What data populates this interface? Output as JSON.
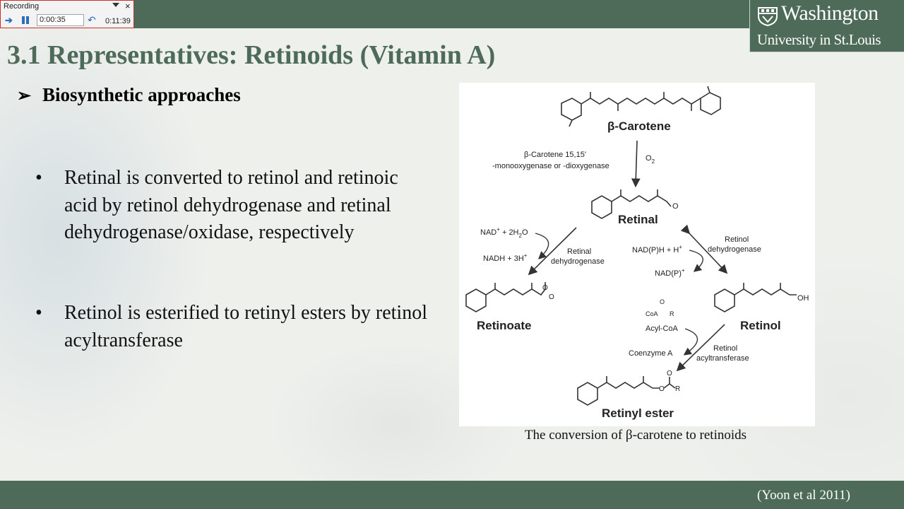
{
  "recorder": {
    "title": "Recording",
    "elapsed": "0:00:35",
    "total": "0:11:39",
    "icons": [
      "arrow-icon",
      "pause-icon",
      "undo-icon",
      "menu-icon",
      "close-icon"
    ],
    "accent": "#2a6ebb",
    "border_color": "#c9302c"
  },
  "logo": {
    "line1": "Washington",
    "line2": "University in St.Louis"
  },
  "slide": {
    "title": "3.1 Representatives: Retinoids (Vitamin A)",
    "subheading": "Biosynthetic approaches",
    "bullet_symbol": "•",
    "bullets": [
      "Retinal is converted to retinol and retinoic acid by retinol dehydrogenase and retinal dehydrogenase/oxidase, respectively",
      "Retinol is esterified to retinyl esters by retinol acyltransferase"
    ],
    "caption": "The conversion of β-carotene to retinoids",
    "citation": "(Yoon et al 2011)",
    "title_color": "#4d6b58",
    "band_color": "#4d6b58"
  },
  "diagram": {
    "nodes": {
      "beta_carotene": "β-Carotene",
      "retinal": "Retinal",
      "retinoate": "Retinoate",
      "retinol": "Retinol",
      "retinyl_ester": "Retinyl ester"
    },
    "enzymes": {
      "cleavage_line1": "β-Carotene 15,15'",
      "cleavage_line2": "-monooxygenase or -dioxygenase",
      "retinal_dh_line1": "Retinal",
      "retinal_dh_line2": "dehydrogenase",
      "retinol_dh_line1": "Retinol",
      "retinol_dh_line2": "dehydrogenase",
      "acyl_line1": "Retinol",
      "acyl_line2": "acyltransferase"
    },
    "cofactors": {
      "o2": "O",
      "o2_sub": "2",
      "nad_in": "NAD",
      "nad_in_rest": " + 2H",
      "nad_in_sub": "2",
      "nad_in_end": "O",
      "nadh_out": "NADH + 3H",
      "nadph_in": "NAD(P)H + H",
      "nadp_out": "NAD(P)",
      "coa_r": "CoA",
      "r_label": "R",
      "acyl_coa": "Acyl-CoA",
      "coenzyme_a": "Coenzyme A",
      "oh": "OH",
      "o": "O",
      "plus": "+"
    }
  }
}
